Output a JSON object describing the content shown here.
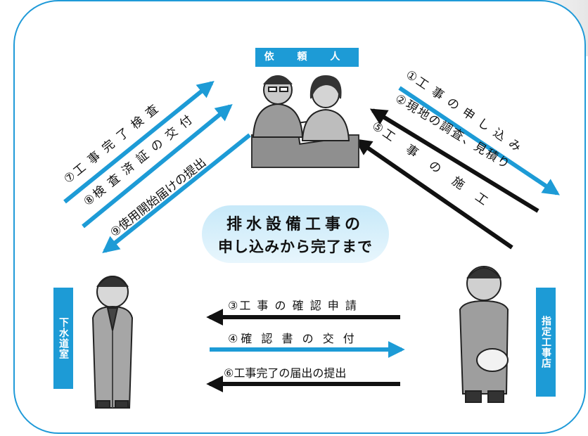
{
  "title": {
    "line1": "排水設備工事の",
    "line2": "申し込みから完了まで"
  },
  "roles": {
    "client": "依 頼 人",
    "sewer_office": "下水道室",
    "contractor": "指定工事店"
  },
  "steps": {
    "s1": "①工 事 の 申 し 込 み",
    "s2": "②現地の調査、見積り",
    "s5": "⑤工　事　の　施　工",
    "s7": "⑦工 事 完 了 検 査",
    "s8": "⑧検 査 済 証 の 交 付",
    "s9": "⑨使用開始届けの提出",
    "s3": "③工 事 の 確 認 申 請",
    "s4": "④確 認 書 の 交 付",
    "s6": "⑥工事完了の届出の提出"
  },
  "colors": {
    "accent": "#1d9bd6",
    "arrow_dark": "#111111",
    "frame": "#1f9ad8"
  }
}
